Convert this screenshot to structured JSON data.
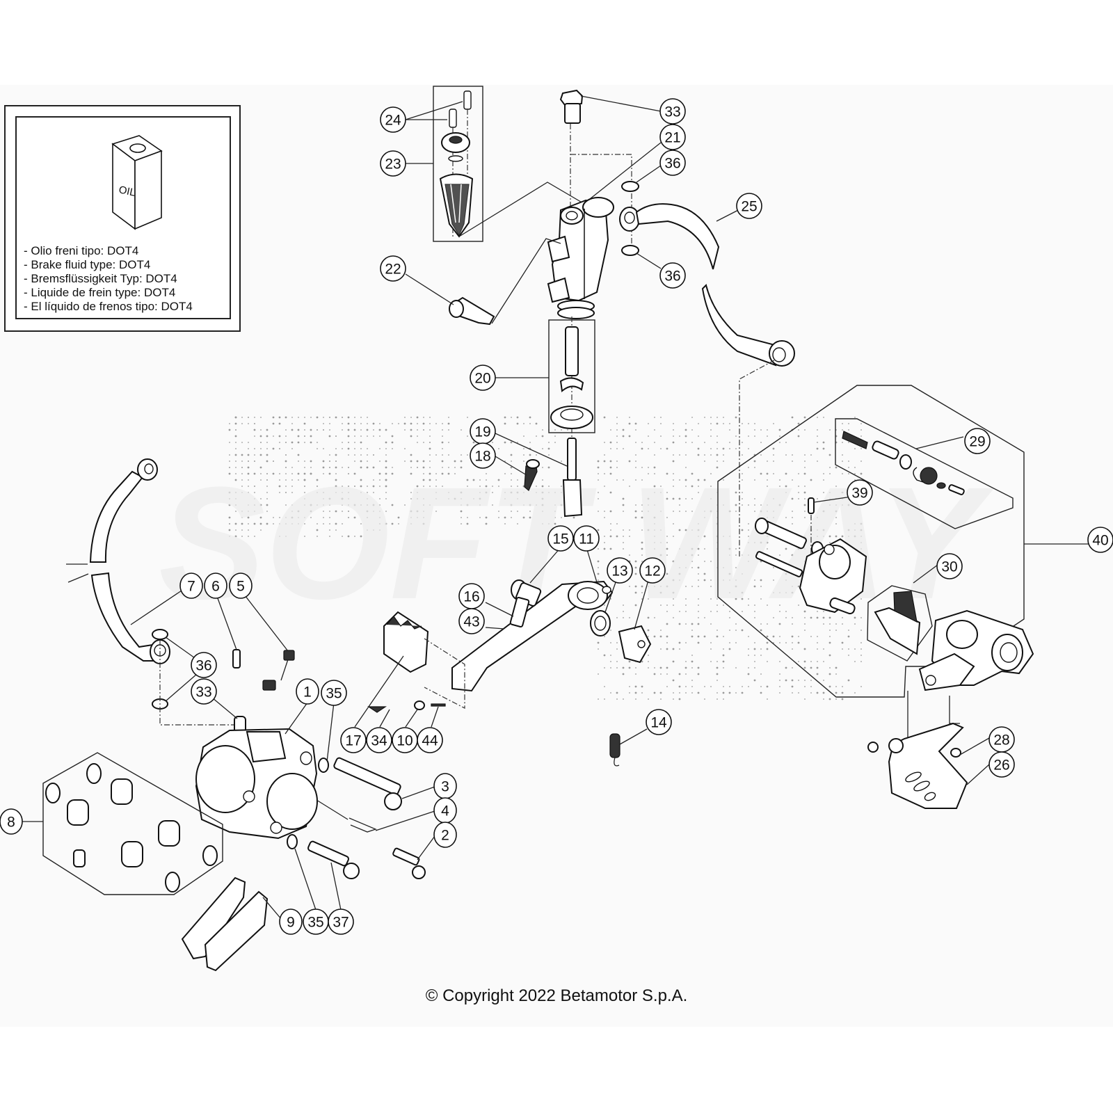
{
  "diagram": {
    "title": "Rear brake system exploded view",
    "watermark": "SOFT WAY",
    "info_box": {
      "icon": "oil-can-icon",
      "can_label": "OIL",
      "lines": [
        "- Olio freni tipo: DOT4",
        "- Brake fluid type: DOT4",
        "- Bremsflüssigkeit Typ: DOT4",
        "- Liquide de frein type: DOT4",
        "- El líquido de frenos tipo: DOT4"
      ]
    },
    "callouts": [
      {
        "id": "c24",
        "label": "24"
      },
      {
        "id": "c23",
        "label": "23"
      },
      {
        "id": "c33a",
        "label": "33"
      },
      {
        "id": "c21",
        "label": "21"
      },
      {
        "id": "c36a",
        "label": "36"
      },
      {
        "id": "c25",
        "label": "25"
      },
      {
        "id": "c36b",
        "label": "36"
      },
      {
        "id": "c22",
        "label": "22"
      },
      {
        "id": "c20",
        "label": "20"
      },
      {
        "id": "c19",
        "label": "19"
      },
      {
        "id": "c18",
        "label": "18"
      },
      {
        "id": "c29",
        "label": "29"
      },
      {
        "id": "c39",
        "label": "39"
      },
      {
        "id": "c15",
        "label": "15"
      },
      {
        "id": "c11",
        "label": "11"
      },
      {
        "id": "c40",
        "label": "40"
      },
      {
        "id": "c7",
        "label": "7"
      },
      {
        "id": "c6",
        "label": "6"
      },
      {
        "id": "c5",
        "label": "5"
      },
      {
        "id": "c13",
        "label": "13"
      },
      {
        "id": "c12",
        "label": "12"
      },
      {
        "id": "c30",
        "label": "30"
      },
      {
        "id": "c16",
        "label": "16"
      },
      {
        "id": "c43",
        "label": "43"
      },
      {
        "id": "c36c",
        "label": "36"
      },
      {
        "id": "c33b",
        "label": "33"
      },
      {
        "id": "c1",
        "label": "1"
      },
      {
        "id": "c35a",
        "label": "35"
      },
      {
        "id": "c17",
        "label": "17"
      },
      {
        "id": "c34",
        "label": "34"
      },
      {
        "id": "c10",
        "label": "10"
      },
      {
        "id": "c44",
        "label": "44"
      },
      {
        "id": "c14",
        "label": "14"
      },
      {
        "id": "c28",
        "label": "28"
      },
      {
        "id": "c26",
        "label": "26"
      },
      {
        "id": "c3",
        "label": "3"
      },
      {
        "id": "c4",
        "label": "4"
      },
      {
        "id": "c8",
        "label": "8"
      },
      {
        "id": "c2",
        "label": "2"
      },
      {
        "id": "c9",
        "label": "9"
      },
      {
        "id": "c35b",
        "label": "35"
      },
      {
        "id": "c37",
        "label": "37"
      }
    ],
    "copyright": "© Copyright 2022 Betamotor S.p.A."
  }
}
